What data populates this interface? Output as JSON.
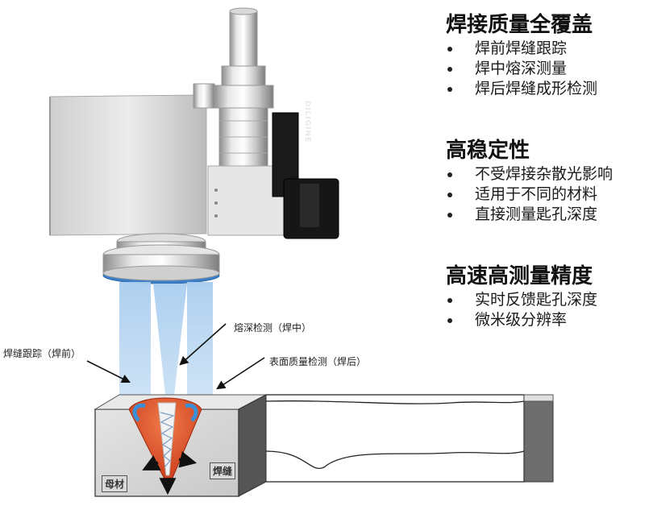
{
  "features": [
    {
      "title": "焊接质量全覆盖",
      "items": [
        "焊前焊缝跟踪",
        "焊中熔深测量",
        "焊后焊缝成形检测"
      ]
    },
    {
      "title": "高稳定性",
      "items": [
        "不受焊接杂散光影响",
        "适用于不同的材料",
        "直接测量匙孔深度"
      ]
    },
    {
      "title": "高速高测量精度",
      "items": [
        "实时反馈匙孔深度",
        "微米级分辨率"
      ]
    }
  ],
  "diagram": {
    "brand": "DILIGINE",
    "callouts": {
      "seam_tracking": "焊缝跟踪（焊前）",
      "penetration": "熔深检测（焊中）",
      "surface": "表面质量检测（焊后）"
    },
    "tags": {
      "base_metal": "母材",
      "weld_seam": "焊缝"
    }
  },
  "colors": {
    "beam": "#9ec7ec",
    "melt_pool": "#d8401e",
    "flow_arrow": "#3b8fd6"
  }
}
